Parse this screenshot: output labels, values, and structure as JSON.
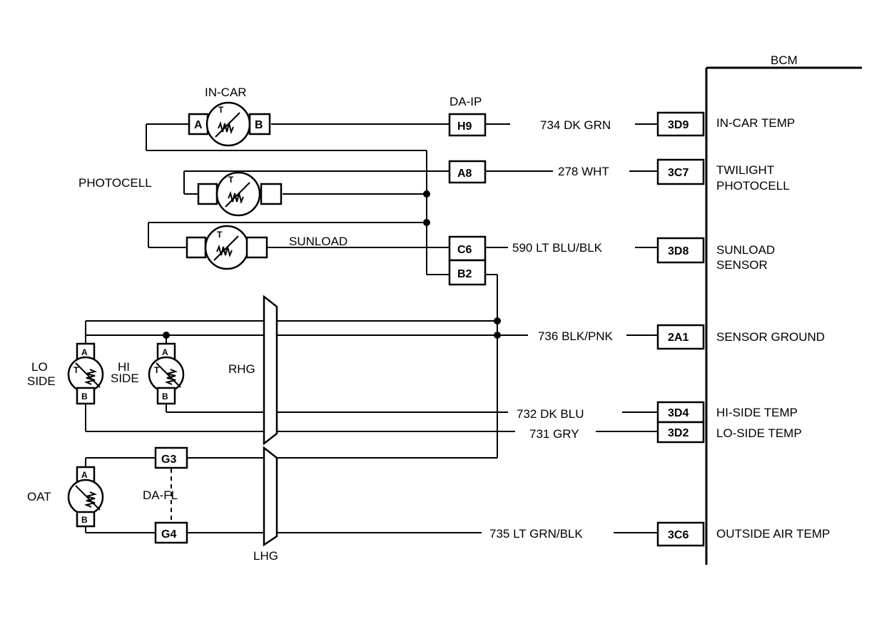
{
  "module": {
    "label": "BCM"
  },
  "connector_labels": {
    "da_ip": "DA-IP",
    "da_fl": "DA-FL",
    "rhg": "RHG",
    "lhg": "LHG"
  },
  "sensors": {
    "in_car": {
      "label": "IN-CAR",
      "pin_a": "A",
      "pin_b": "B",
      "t": "T"
    },
    "photocell": {
      "label": "PHOTOCELL",
      "t": "T"
    },
    "sunload": {
      "label": "SUNLOAD",
      "t": "T"
    },
    "lo_side": {
      "label_1": "LO",
      "label_2": "SIDE",
      "pin_a": "A",
      "pin_b": "B",
      "t": "T"
    },
    "hi_side": {
      "label_1": "HI",
      "label_2": "SIDE",
      "pin_a": "A",
      "pin_b": "B",
      "t": "T"
    },
    "oat": {
      "label": "OAT",
      "pin_a": "A",
      "pin_b": "B"
    }
  },
  "connectors": {
    "h9": "H9",
    "a8": "A8",
    "c6": "C6",
    "b2": "B2",
    "g3": "G3",
    "g4": "G4"
  },
  "circuits": [
    {
      "wire": "734 DK GRN",
      "pin": "3D9",
      "function_1": "IN-CAR TEMP",
      "function_2": ""
    },
    {
      "wire": "278 WHT",
      "pin": "3C7",
      "function_1": "TWILIGHT",
      "function_2": "PHOTOCELL"
    },
    {
      "wire": "590 LT BLU/BLK",
      "pin": "3D8",
      "function_1": "SUNLOAD",
      "function_2": "SENSOR"
    },
    {
      "wire": "736 BLK/PNK",
      "pin": "2A1",
      "function_1": "SENSOR GROUND",
      "function_2": ""
    },
    {
      "wire": "732 DK BLU",
      "pin": "3D4",
      "function_1": "HI-SIDE TEMP",
      "function_2": ""
    },
    {
      "wire": "731 GRY",
      "pin": "3D2",
      "function_1": "LO-SIDE TEMP",
      "function_2": ""
    },
    {
      "wire": "735 LT GRN/BLK",
      "pin": "3C6",
      "function_1": "OUTSIDE AIR TEMP",
      "function_2": ""
    }
  ]
}
